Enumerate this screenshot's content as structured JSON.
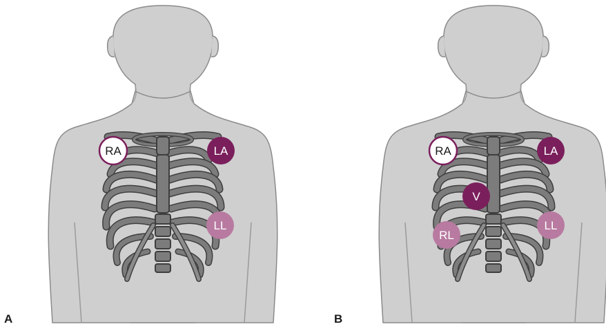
{
  "panels": [
    {
      "letter": "A",
      "electrodes": [
        {
          "label": "RA",
          "kind": "white"
        },
        {
          "label": "LA",
          "kind": "dark"
        },
        {
          "label": "LL",
          "kind": "mauve"
        }
      ]
    },
    {
      "letter": "B",
      "electrodes": [
        {
          "label": "RA",
          "kind": "white"
        },
        {
          "label": "LA",
          "kind": "dark"
        },
        {
          "label": "V",
          "kind": "dark"
        },
        {
          "label": "RL",
          "kind": "mauve"
        },
        {
          "label": "LL",
          "kind": "mauve"
        }
      ]
    }
  ],
  "colors": {
    "body_fill": "#cfcfcf",
    "body_stroke": "#8a8a8a",
    "bone_fill": "#7c7c7c",
    "bone_stroke": "#3e3e3e",
    "electrode_dark": "#7b1f5c",
    "electrode_mauve": "#b87aa0",
    "electrode_white_stroke": "#7b1f5c"
  }
}
